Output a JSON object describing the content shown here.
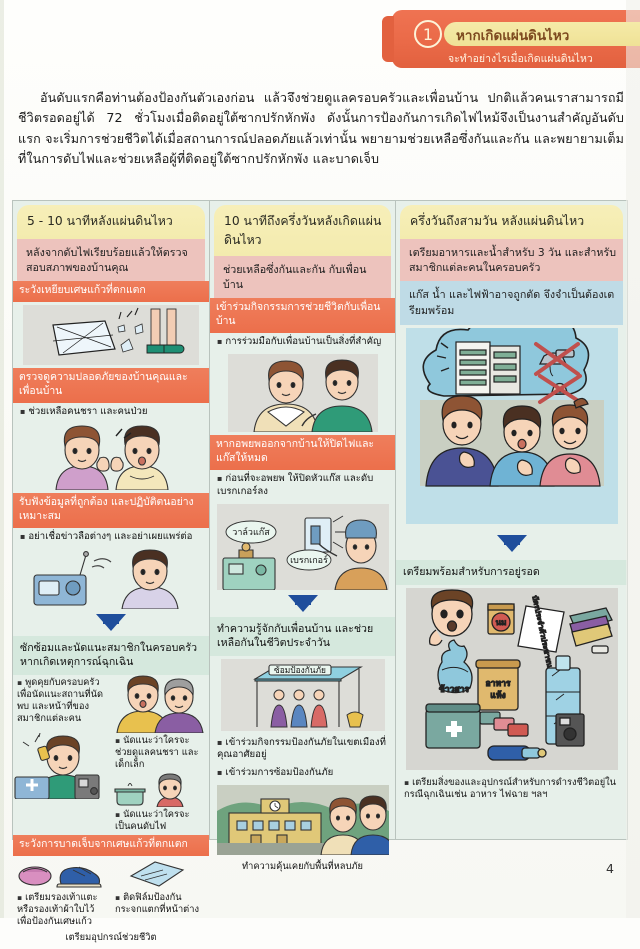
{
  "header": {
    "chapter_number": "1",
    "title": "หากเกิดแผ่นดินไหว",
    "subtitle": "จะทำอย่างไรเมื่อเกิดแผ่นดินไหว",
    "band_color": "#ea6a48",
    "title_bar_color": "#f2e59c"
  },
  "intro": {
    "paragraph": "อันดับแรกคือท่านต้องป้องกันตัวเองก่อน แล้วจึงช่วยดูแลครอบครัวและเพื่อนบ้าน ปกติแล้วคนเราสามารถมีชีวิตรอดอยู่ได้ 72 ชั่วโมงเมื่อติดอยู่ใต้ซากปรักหักพัง ดังนั้นการป้องกันการเกิดไฟไหม้จึงเป็นงานสำคัญอันดับแรก จะเริ่มการช่วยชีวิตได้เมื่อสถานการณ์ปลอดภัยแล้วเท่านั้น พยายามช่วยเหลือซึ่งกันและกัน และพยายามเต็มที่ในการดับไฟและช่วยเหลือผู้ที่ติดอยู่ใต้ซากปรักหักพัง และบาดเจ็บ"
  },
  "columns": [
    {
      "id": "col-5-10-min",
      "heading": "5 - 10 นาทีหลังแผ่นดินไหว",
      "subheading": "หลังจากดับไฟเรียบร้อยแล้วให้ตรวจสอบสภาพของบ้านคุณ",
      "subheading_color": "#edc3bd",
      "blocks": [
        {
          "banner": "ระวังเหยียบเศษแก้วที่ตกแตก",
          "illustration": "broken-glass-frame-feet",
          "bullets": []
        },
        {
          "banner": "ตรวจดูความปลอดภัยของบ้านคุณและเพื่อนบ้าน",
          "illustration": "two-people-talking",
          "bullets": [
            "ช่วยเหลือคนชรา และคนป่วย"
          ]
        },
        {
          "banner": "รับฟังข้อมูลที่ถูกต้อง และปฏิบัติตนอย่างเหมาะสม",
          "illustration": "radio-and-man-listening",
          "bullets": [
            "อย่าเชื่อข่าวลือต่างๆ และอย่าเผยแพร่ต่อ"
          ]
        }
      ],
      "lower": {
        "heading": "ซักซ้อมและนัดแนะสมาชิกในครอบครัว หากเกิดเหตุการณ์ฉุกเฉิน",
        "bullets": [
          "พูดคุยกับครอบครัวเพื่อนัดแนะสถานที่นัดพบ และหน้าที่ของสมาชิกแต่ละคน",
          "นัดแนะว่าใครจะช่วยดูแลคนชรา และเด็กเล็ก",
          "นัดแนะว่าใครจะเป็นคนดับไฟ"
        ],
        "banner": "ระวังการบาดเจ็บจากเศษแก้วที่ตกแตก",
        "sub_items": [
          {
            "label": "เตรียมรองเท้าแตะหรือรองเท้าผ้าใบไว้เพื่อป้องกันเศษแก้ว",
            "illustration": "slippers-and-shoe"
          },
          {
            "label": "ติดฟิล์มป้องกันกระจกแตกที่หน้าต่าง",
            "illustration": "window-film-sheet"
          }
        ],
        "footer": "เตรียมอุปกรณ์ช่วยชีวิต"
      }
    },
    {
      "id": "col-10min-halfday",
      "heading": "10 นาทีถึงครึ่งวันหลังเกิดแผ่นดินไหว",
      "subheading": "ช่วยเหลือซึ่งกันและกัน กับเพื่อนบ้าน",
      "subheading_color": "#edc3bd",
      "blocks": [
        {
          "banner": "เข้าร่วมกิจกรรมการช่วยชีวิตกับเพื่อนบ้าน",
          "illustration": "two-people-helping-first-aid",
          "bullets": [
            "การร่วมมือกับเพื่อนบ้านเป็นสิ่งที่สำคัญ"
          ]
        },
        {
          "banner": "หากอพยพออกจากบ้านให้ปิดไฟและแก๊สให้หมด",
          "illustration": "gas-valve-and-breaker",
          "bullets": [
            "ก่อนที่จะอพยพ ให้ปิดหัวแก๊ส และดับเบรกเกอร์ลง"
          ],
          "illustration_labels": [
            "วาล์วแก๊ส",
            "เบรกเกอร์"
          ]
        }
      ],
      "lower": {
        "heading": "ทำความรู้จักกับเพื่อนบ้าน และช่วยเหลือกันในชีวิตประจำวัน",
        "illustration": "community-safety-drill-tent",
        "illustration_labels": [
          "ซ้อมป้องกันภัย"
        ],
        "bullets": [
          "เข้าร่วมกิจกรรมป้องกันภัยในเขตเมืองที่คุณอาศัยอยู่",
          "เข้าร่วมการซ้อมป้องกันภัย"
        ],
        "footer_illustration": "evacuation-building-and-couple",
        "footer": "ทำความคุ้นเคยกับพื้นที่หลบภัย"
      }
    },
    {
      "id": "col-halfday-3days",
      "heading": "ครึ่งวันถึงสามวัน หลังแผ่นดินไหว",
      "subheading": "เตรียมอาหารและน้ำสำหรับ 3 วัน และสำหรับสมาชิกแต่ละคนในครอบครัว",
      "subheading_color": "#edc3bd",
      "blocks": [
        {
          "banner_blue": "แก๊ส น้ำ และไฟฟ้าอาจถูกตัด จึงจำเป็นต้องเตรียมพร้อม",
          "illustration": "family-worried-thought-bubble-empty-shelves",
          "bullets": []
        }
      ],
      "lower": {
        "heading": "เตรียมพร้อมสำหรับการอยู่รอด",
        "illustration": "emergency-supplies-kit",
        "illustration_labels": [
          "นม",
          "ข้าวสาร",
          "อาหารแห้ง",
          "บัตรประจำตัวประชาชน"
        ],
        "footer": "เตรียมสิ่งของและอุปกรณ์สำหรับการดำรงชีวิตอยู่ในกรณีฉุกเฉินเช่น อาหาร ไฟฉาย ฯลฯ"
      }
    }
  ],
  "page_number": "4",
  "colors": {
    "banner_orange": "#ec6f4b",
    "heading_yellow": "#f3ebae",
    "sub_pink": "#edc3bd",
    "sub_blue": "#bfdbe6",
    "panel_teal": "#e7f0ea",
    "arrow_blue": "#1f4e9c"
  }
}
